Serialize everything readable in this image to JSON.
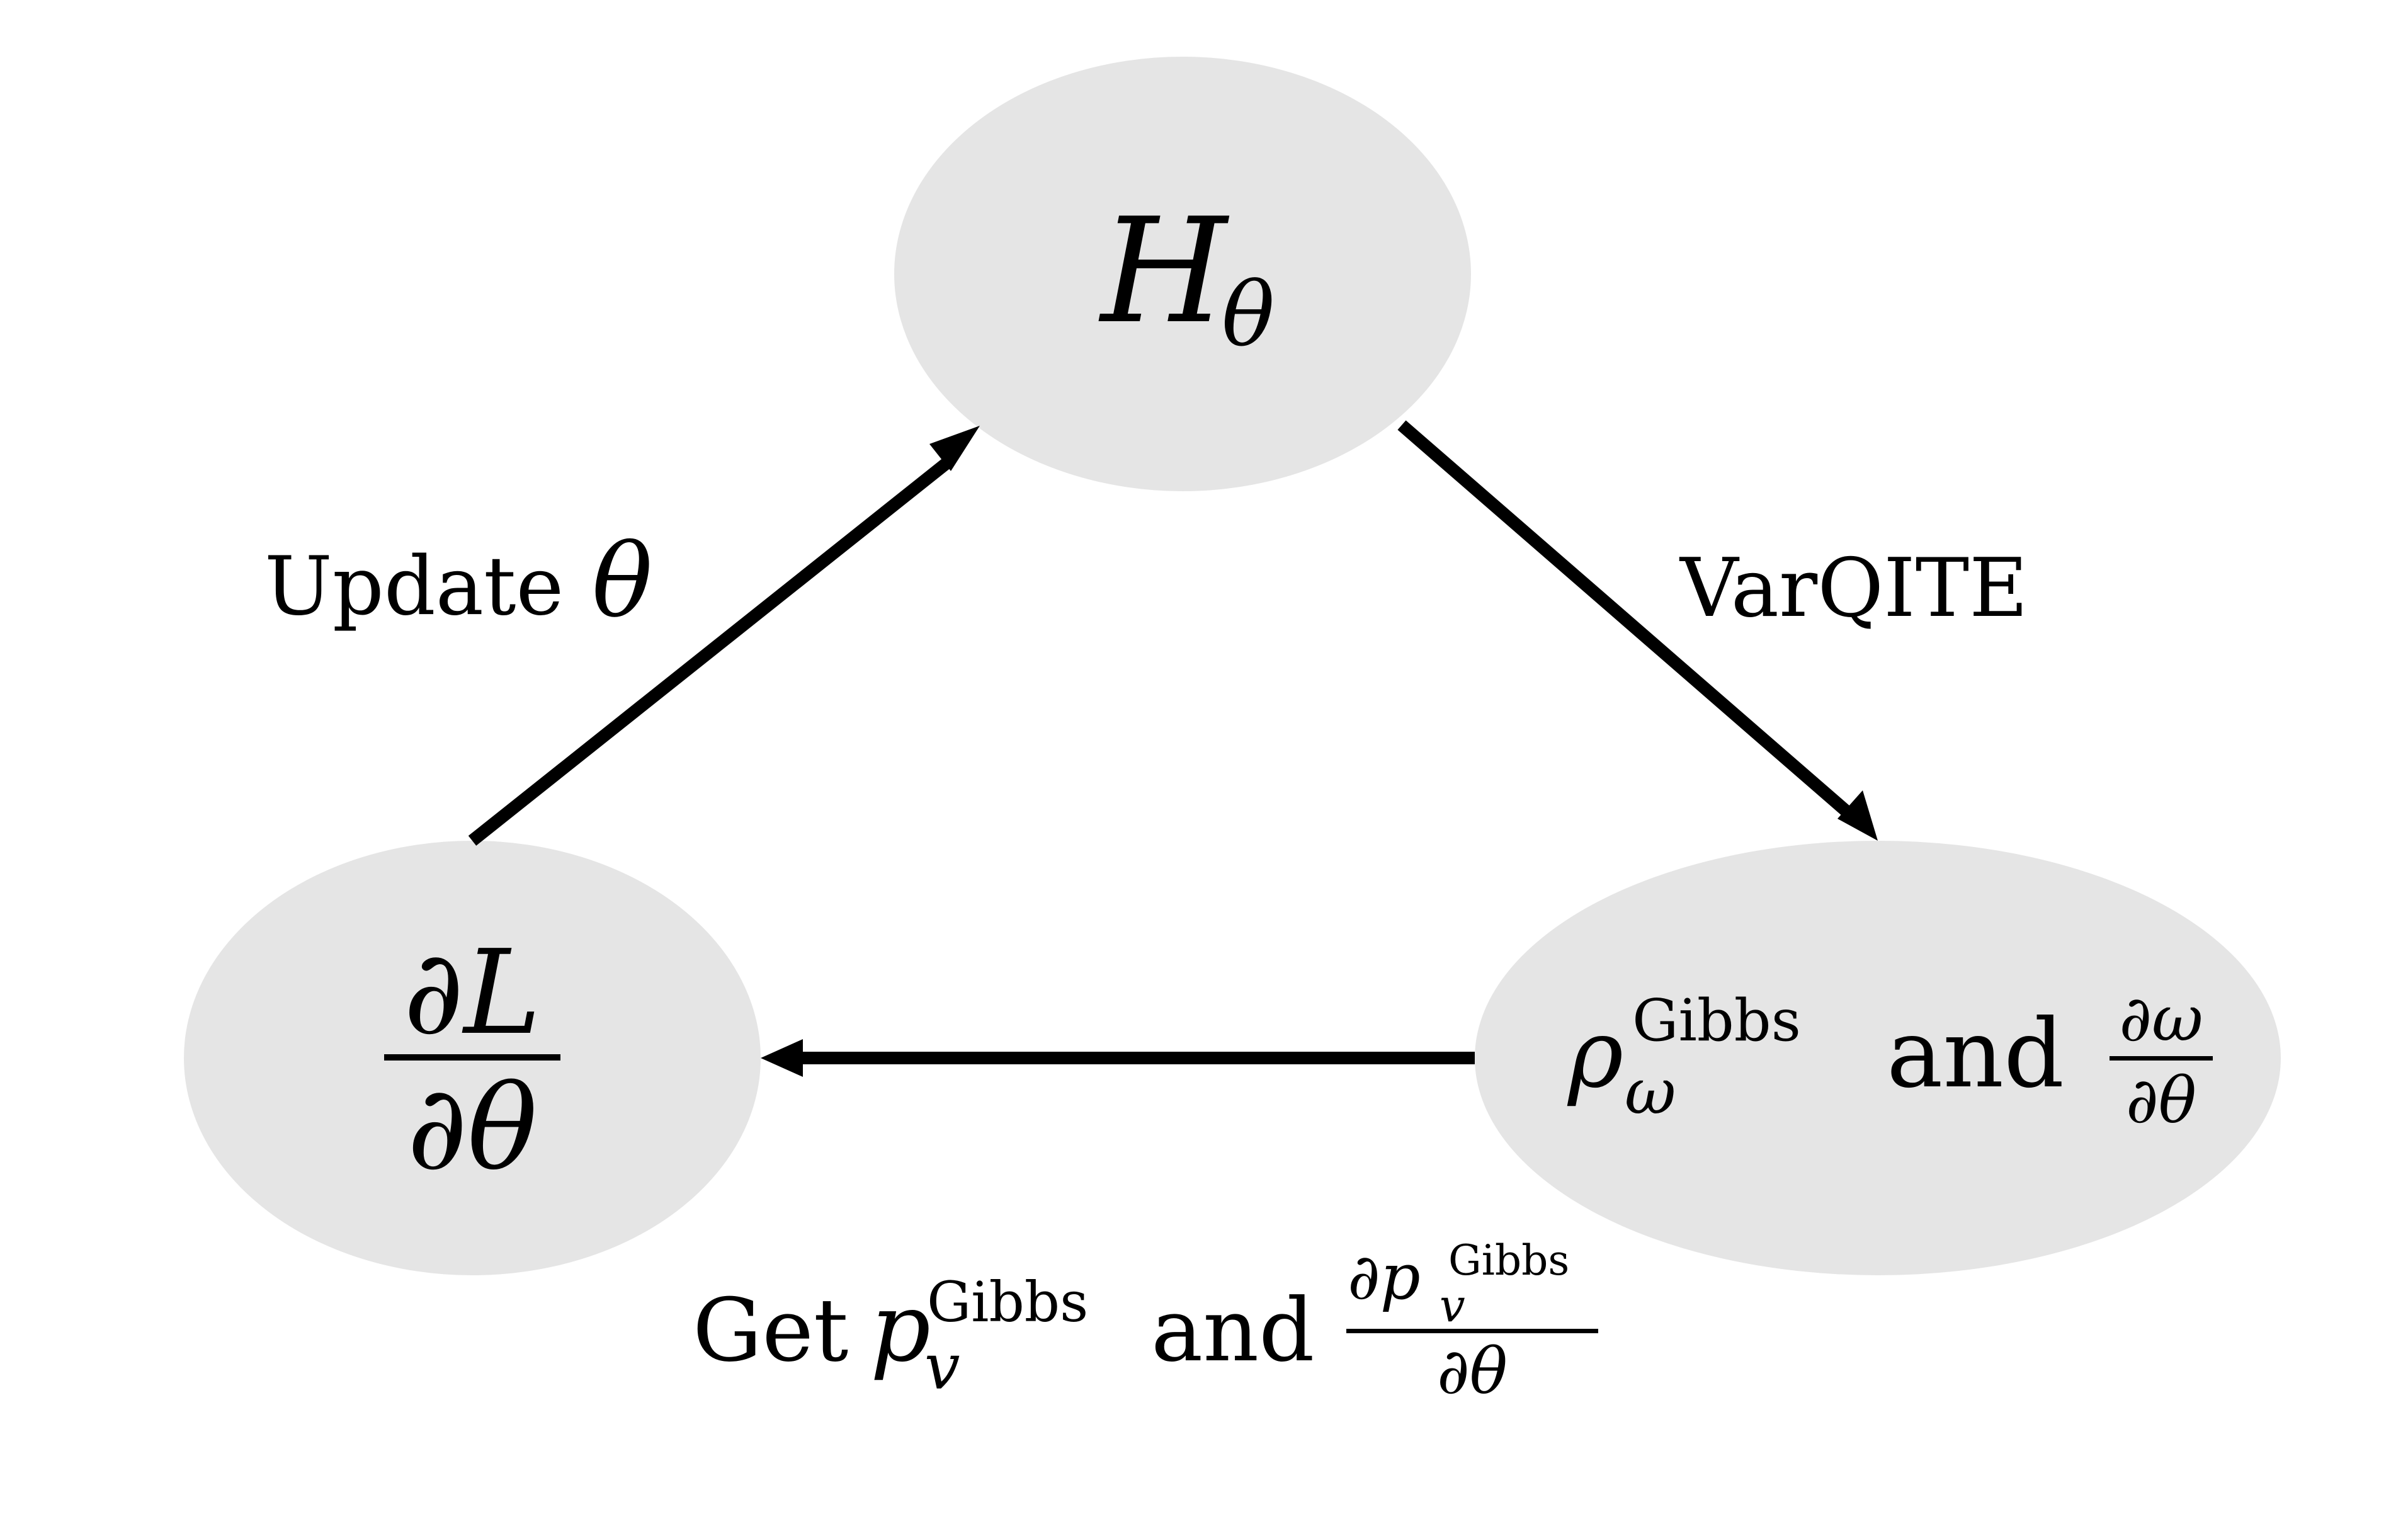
{
  "diagram": {
    "nodes": {
      "top": {
        "main": "H",
        "sub": "θ"
      },
      "left": {
        "num": "∂L",
        "den": "∂θ"
      },
      "right": {
        "rho": "ρ",
        "rho_sub": "ω",
        "rho_sup": "Gibbs",
        "conj": "and",
        "frac_num": "∂ω",
        "frac_den": "∂θ"
      }
    },
    "edges": {
      "update": {
        "text": "Update",
        "var": "θ"
      },
      "varqite": {
        "text": "VarQITE"
      },
      "get": {
        "text": "Get",
        "p": "p",
        "p_sub": "v",
        "p_sup": "Gibbs",
        "conj": "and",
        "frac_num_d": "∂p",
        "frac_num_sub": "v",
        "frac_num_sup": "Gibbs",
        "frac_den": "∂θ"
      }
    }
  }
}
